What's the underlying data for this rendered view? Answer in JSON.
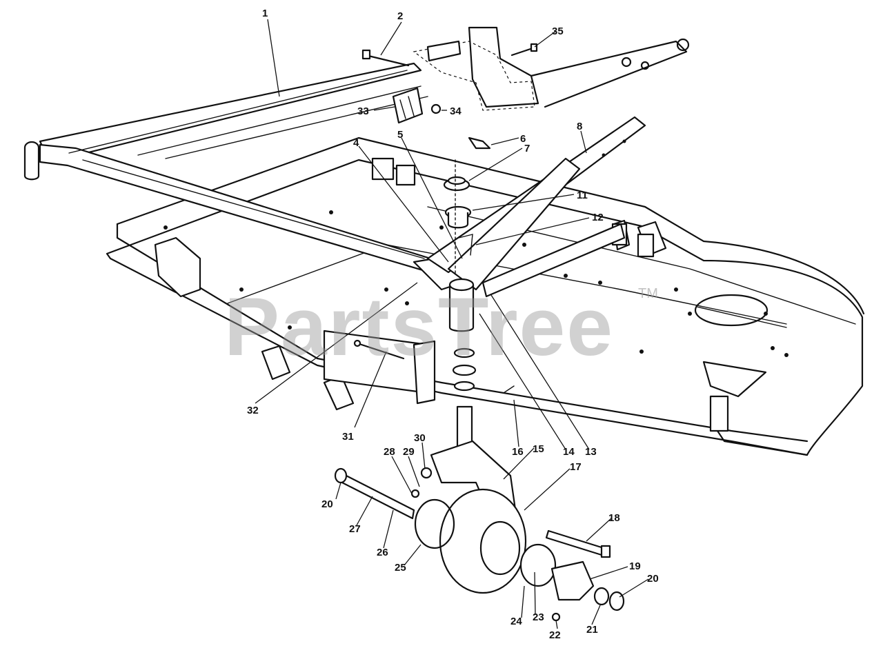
{
  "watermark": {
    "text": "PartsTree",
    "trademark": "TM"
  },
  "callouts": [
    {
      "id": "c1",
      "label": "1"
    },
    {
      "id": "c2",
      "label": "2"
    },
    {
      "id": "c35",
      "label": "35"
    },
    {
      "id": "c33",
      "label": "33"
    },
    {
      "id": "c34",
      "label": "34"
    },
    {
      "id": "c6",
      "label": "6"
    },
    {
      "id": "c7",
      "label": "7"
    },
    {
      "id": "c8",
      "label": "8"
    },
    {
      "id": "c4",
      "label": "4"
    },
    {
      "id": "c5",
      "label": "5"
    },
    {
      "id": "c11",
      "label": "11"
    },
    {
      "id": "c12",
      "label": "12"
    },
    {
      "id": "c32",
      "label": "32"
    },
    {
      "id": "c31",
      "label": "31"
    },
    {
      "id": "c30",
      "label": "30"
    },
    {
      "id": "c28",
      "label": "28"
    },
    {
      "id": "c29",
      "label": "29"
    },
    {
      "id": "c16",
      "label": "16"
    },
    {
      "id": "c15",
      "label": "15"
    },
    {
      "id": "c14",
      "label": "14"
    },
    {
      "id": "c13",
      "label": "13"
    },
    {
      "id": "c17",
      "label": "17"
    },
    {
      "id": "c20a",
      "label": "20"
    },
    {
      "id": "c27",
      "label": "27"
    },
    {
      "id": "c26",
      "label": "26"
    },
    {
      "id": "c25",
      "label": "25"
    },
    {
      "id": "c18",
      "label": "18"
    },
    {
      "id": "c19",
      "label": "19"
    },
    {
      "id": "c20b",
      "label": "20"
    },
    {
      "id": "c24",
      "label": "24"
    },
    {
      "id": "c23",
      "label": "23"
    },
    {
      "id": "c22",
      "label": "22"
    },
    {
      "id": "c21",
      "label": "21"
    }
  ]
}
